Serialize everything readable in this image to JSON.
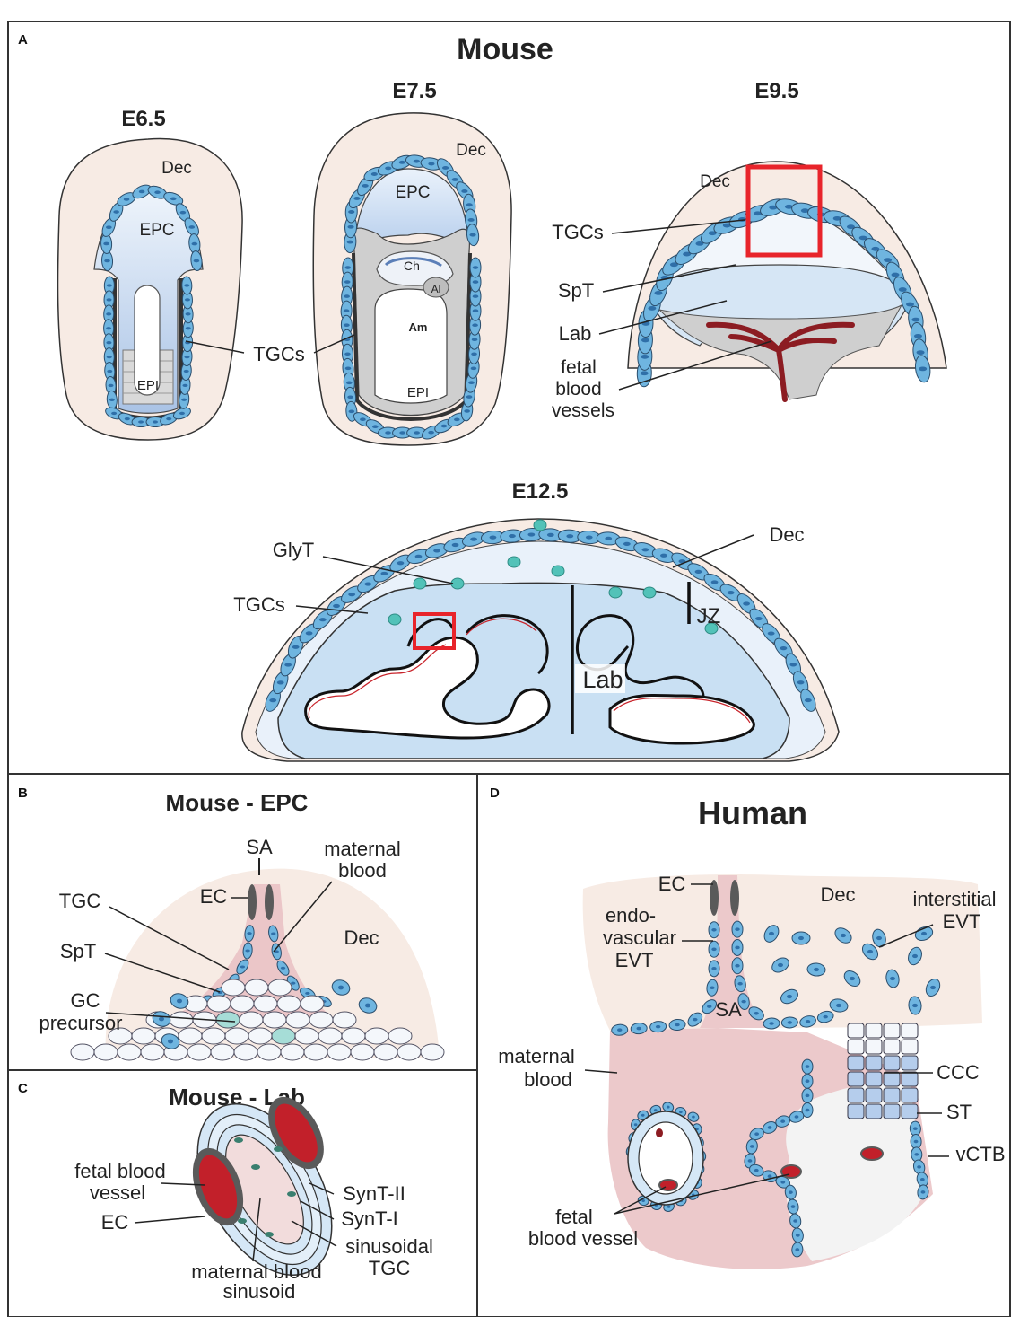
{
  "panels": {
    "a": {
      "letter": "A",
      "title": "Mouse",
      "stages": [
        "E6.5",
        "E7.5",
        "E9.5",
        "E12.5"
      ]
    },
    "b": {
      "letter": "B",
      "title": "Mouse - EPC"
    },
    "c": {
      "letter": "C",
      "title": "Mouse - Lab"
    },
    "d": {
      "letter": "D",
      "title": "Human"
    }
  },
  "labels": {
    "e65": {
      "dec": "Dec",
      "epc": "EPC",
      "epi": "EPI"
    },
    "e75": {
      "dec": "Dec",
      "epc": "EPC",
      "ch": "Ch",
      "al": "Al",
      "am": "Am",
      "epi": "EPI"
    },
    "tgcs_shared": "TGCs",
    "e95": {
      "dec": "Dec",
      "tgcs": "TGCs",
      "spt": "SpT",
      "lab": "Lab",
      "fetal1": "fetal",
      "fetal2": "blood",
      "fetal3": "vessels"
    },
    "e125": {
      "glyt": "GlyT",
      "tgcs": "TGCs",
      "dec": "Dec",
      "jz": "JZ",
      "lab": "Lab"
    },
    "b": {
      "sa": "SA",
      "mb1": "maternal",
      "mb2": "blood",
      "ec": "EC",
      "tgc": "TGC",
      "dec": "Dec",
      "spt": "SpT",
      "gc1": "GC",
      "gc2": "precursor"
    },
    "c": {
      "fbv1": "fetal blood",
      "fbv2": "vessel",
      "ec": "EC",
      "synt2": "SynT-II",
      "synt1": "SynT-I",
      "sin1": "sinusoidal",
      "sin2": "TGC",
      "mbs1": "maternal blood",
      "mbs2": "sinusoid"
    },
    "d": {
      "ec": "EC",
      "dec": "Dec",
      "ie1": "interstitial",
      "ie2": "EVT",
      "ev1": "endo-",
      "ev2": "vascular",
      "ev3": "EVT",
      "sa": "SA",
      "mb1": "maternal",
      "mb2": "blood",
      "ccc": "CCC",
      "st": "ST",
      "vctb": "vCTB",
      "fbv1": "fetal",
      "fbv2": "blood vessel"
    }
  },
  "colors": {
    "decidua": "#f7ebe4",
    "epc_blue": "#c9dcf1",
    "cell_blue": "#6fb5e0",
    "nucleus": "#2f6fa8",
    "glyt": "#52c2b8",
    "highlight_box": "#e8242b",
    "vessel_red": "#8c1c22",
    "maternal_blood": "#ecc9cb",
    "ec_grey": "#5a5a5a"
  }
}
